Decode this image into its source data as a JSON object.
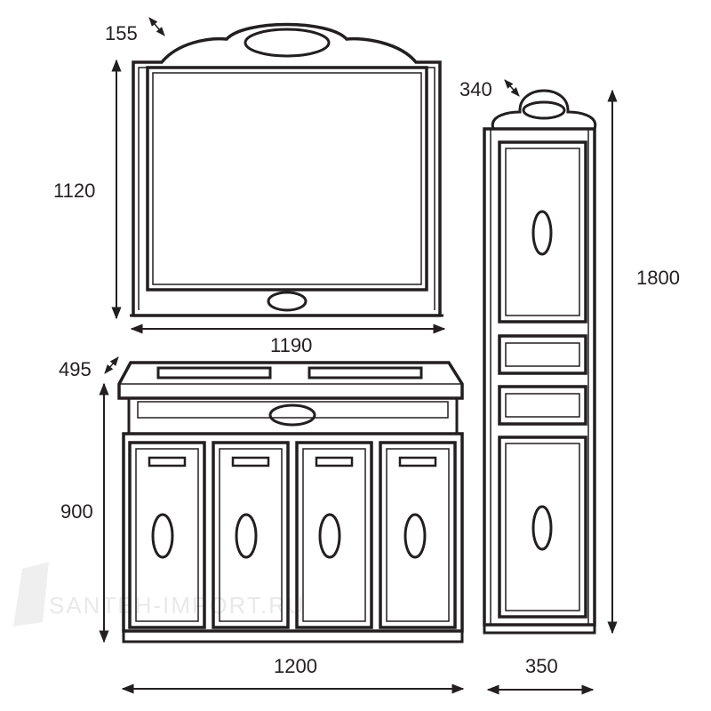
{
  "dimensions": {
    "mirror_depth": "155",
    "mirror_height": "1120",
    "mirror_width": "1190",
    "cabinet_depth": "340",
    "cabinet_height": "1800",
    "cabinet_width": "350",
    "vanity_depth": "495",
    "vanity_height": "900",
    "vanity_width": "1200"
  },
  "watermark": "SANTEH-IMPORT.RU",
  "colors": {
    "ink": "#231f20",
    "watermark": "#e9e9e9"
  }
}
